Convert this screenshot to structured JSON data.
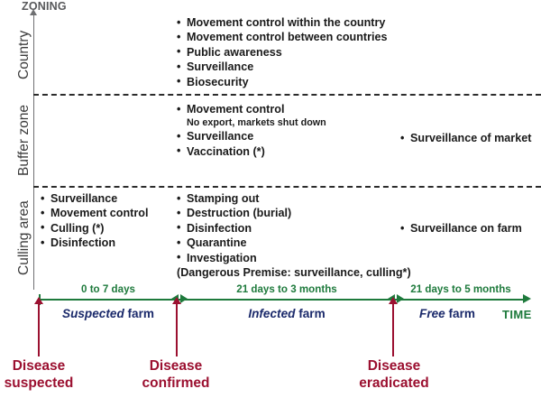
{
  "header": {
    "title": "ZONING"
  },
  "zones": [
    {
      "label": "Country"
    },
    {
      "label": "Buffer zone"
    },
    {
      "label": "Culling area"
    }
  ],
  "blocks": {
    "country": {
      "items": [
        "Movement control within the country",
        "Movement control between countries",
        "Public awareness",
        "Surveillance",
        "Biosecurity"
      ]
    },
    "buffer_mid": {
      "item1": "Movement control",
      "sub1": "No export, markets shut down",
      "item2": "Surveillance",
      "item3": "Vaccination (*)"
    },
    "buffer_right": {
      "item1": "Surveillance of market"
    },
    "culling_left": {
      "items": [
        "Surveillance",
        "Movement control",
        "Culling (*)",
        "Disinfection"
      ]
    },
    "culling_mid": {
      "items": [
        "Stamping out",
        "Destruction (burial)",
        "Disinfection",
        "Quarantine",
        "Investigation"
      ],
      "note": "(Dangerous Premise: surveillance, culling*)"
    },
    "culling_right": {
      "item1": "Surveillance on farm"
    }
  },
  "timeline": {
    "axis_label": "TIME",
    "segments": [
      {
        "duration": "0 to 7 days",
        "phase_em": "Suspected",
        "phase_rest": " farm"
      },
      {
        "duration": "21 days to 3 months",
        "phase_em": "Infected",
        "phase_rest": " farm"
      },
      {
        "duration": "21 days to 5 months",
        "phase_em": "Free",
        "phase_rest": " farm"
      }
    ]
  },
  "events": [
    {
      "line1": "Disease",
      "line2": "suspected"
    },
    {
      "line1": "Disease",
      "line2": "confirmed"
    },
    {
      "line1": "Disease",
      "line2": "eradicated"
    }
  ],
  "colors": {
    "timeline_green": "#1e7a3c",
    "phase_blue": "#1b2a6b",
    "event_red": "#9b1030",
    "axis_gray": "#6f7072"
  }
}
